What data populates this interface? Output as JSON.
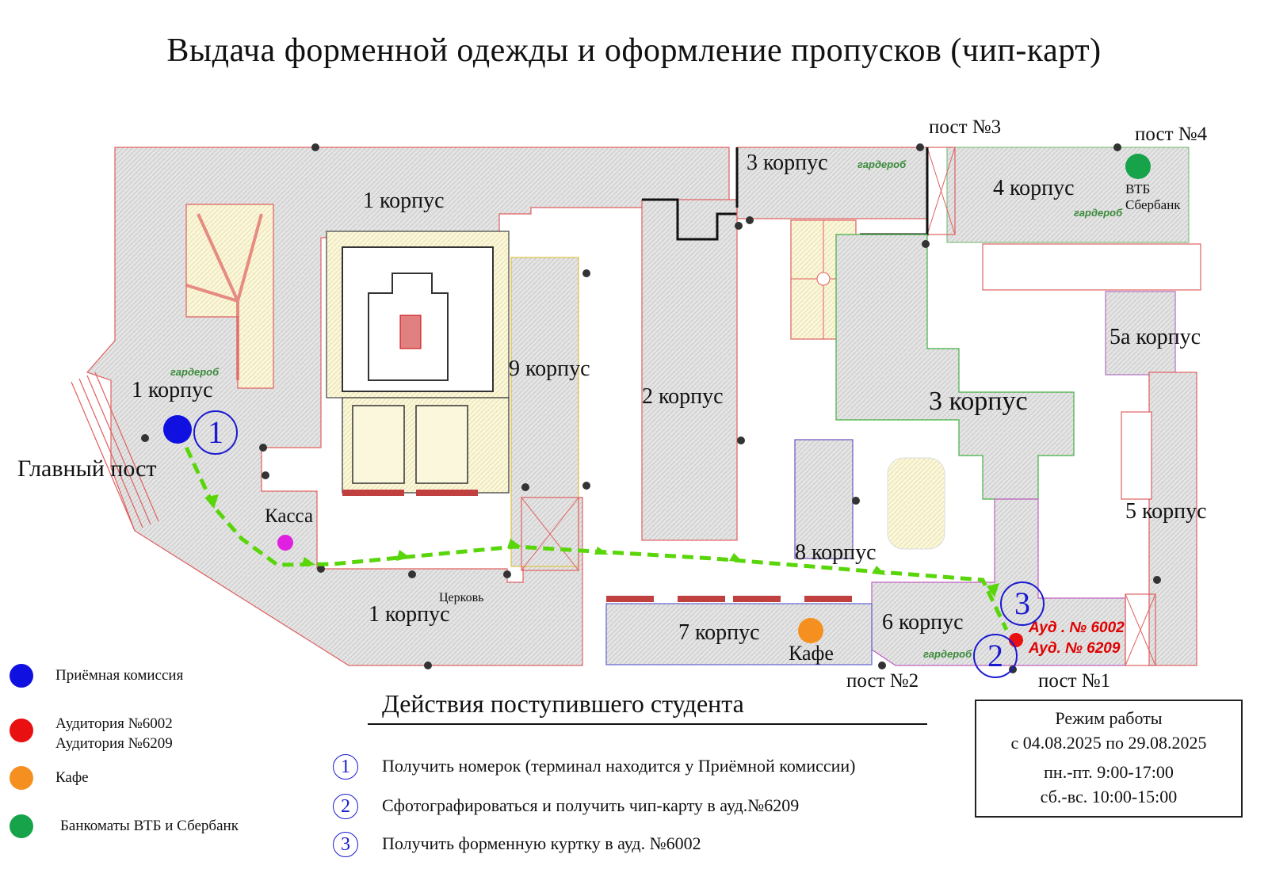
{
  "title": "Выдача форменной одежды и оформление пропусков (чип-карт)",
  "buildings": {
    "k1_top": "1 корпус",
    "k1_left": "1 корпус",
    "k1_bottom": "1 корпус",
    "k2": "2 корпус",
    "k3_top": "3 корпус",
    "k3_center": "3 корпус",
    "k4": "4 корпус",
    "k5": "5 корпус",
    "k5a": "5а корпус",
    "k6": "6 корпус",
    "k7": "7 корпус",
    "k8": "8 корпус",
    "k9": "9 корпус"
  },
  "places": {
    "main_post": "Главный пост",
    "kassa": "Касса",
    "church": "Церковь",
    "cafe": "Кафе",
    "atm_vtb": "ВТБ",
    "atm_sber": "Сбербанк",
    "wardrobe": "гардероб",
    "post1": "пост №1",
    "post2": "пост №2",
    "post3": "пост №3",
    "post4": "пост №4",
    "aud1": "Ауд . № 6002",
    "aud2": "Ауд. № 6209"
  },
  "route_steps": [
    "1",
    "2",
    "3"
  ],
  "legend": [
    {
      "color": "#1010e0",
      "text": "Приёмная комиссия"
    },
    {
      "color": "#e81010",
      "text": "Аудитория №6002\nАудитория №6209"
    },
    {
      "color": "#f59020",
      "text": "Кафе"
    },
    {
      "color": "#16a34a",
      "text": "Банкоматы ВТБ и Сбербанк"
    }
  ],
  "actions": {
    "title": "Действия поступившего студента",
    "steps": [
      {
        "num": "1",
        "text": "Получить номерок (терминал находится у Приёмной комиссии)"
      },
      {
        "num": "2",
        "text": "Сфотографироваться и получить чип-карту в ауд.№6209"
      },
      {
        "num": "3",
        "text": "Получить форменную куртку в ауд. №6002"
      }
    ]
  },
  "hours": {
    "title": "Режим работы",
    "period": "с 04.08.2025 по 29.08.2025",
    "weekdays": "пн.-пт. 9:00-17:00",
    "weekend": "сб.-вс. 10:00-15:00"
  },
  "colors": {
    "route": "#59d60a",
    "walls": "#e04040",
    "admission": "#1010e0",
    "auditorium": "#e81010",
    "cafe": "#f59020",
    "kassa": "#e020e0",
    "atm": "#16a34a"
  }
}
